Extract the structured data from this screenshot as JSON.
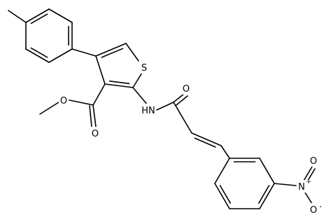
{
  "diagram": {
    "type": "chemical-structure",
    "atom_labels": {
      "sulfur": "S",
      "ester_carbonyl_o": "O",
      "ester_ether_o": "O",
      "amide_nh": "HN",
      "amide_o": "O",
      "nitro_n": "N",
      "nitro_charge_plus": "+",
      "nitro_o_double": "O",
      "nitro_o_single": "O",
      "nitro_o_radical_dot": "·"
    },
    "colors": {
      "bond": "#000000",
      "label": "#000000",
      "background": "#ffffff"
    }
  }
}
